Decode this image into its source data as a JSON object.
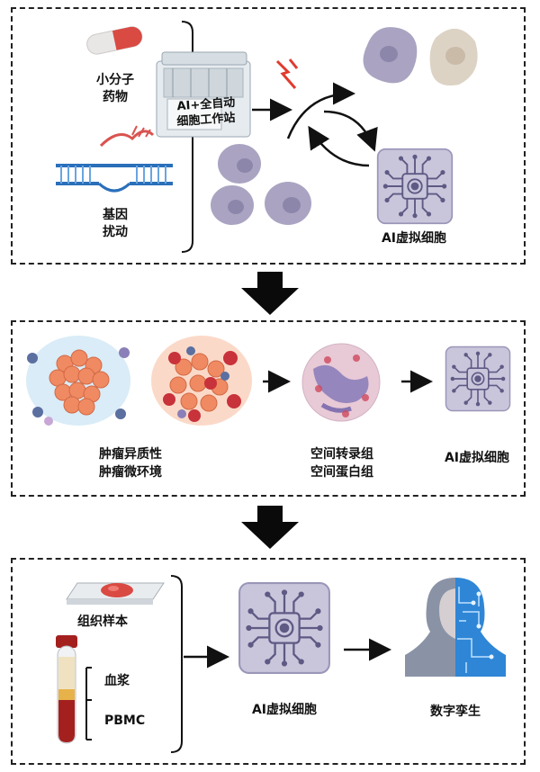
{
  "panel1": {
    "drug_label_1": "小分子",
    "drug_label_2": "药物",
    "gene_label_1": "基因",
    "gene_label_2": "扰动",
    "workstation_line_1": "AI+全自动",
    "workstation_line_2": "细胞工作站",
    "virtual_cell_label": "AI虚拟细胞"
  },
  "panel2": {
    "tumor_label_1": "肿瘤异质性",
    "tumor_label_2": "肿瘤微环境",
    "spatial_label_1": "空间转录组",
    "spatial_label_2": "空间蛋白组",
    "virtual_cell_label": "AI虚拟细胞"
  },
  "panel3": {
    "tissue_label": "组织样本",
    "plasma_label": "血浆",
    "pbmc_label": "PBMC",
    "virtual_cell_label": "AI虚拟细胞",
    "twin_label": "数字孪生"
  },
  "colors": {
    "chip_bg": "#c9c6dc",
    "chip_line": "#6a6790",
    "cell_purple": "#aaa4c2",
    "tumor_orange": "#f08a62",
    "tumor_red": "#c8323a",
    "blood_red": "#a3201f",
    "plasma_yellow": "#e8b24a",
    "circuit_blue": "#1e78c8"
  },
  "icons": [
    "pill-icon",
    "dna-icon",
    "workstation-icon",
    "lightning-icon",
    "cell-icon",
    "ai-chip-icon",
    "tumor-cluster-icon",
    "spatial-map-icon",
    "tissue-slide-icon",
    "blood-tube-icon",
    "digital-twin-icon",
    "down-arrow-icon",
    "right-arrow-icon"
  ]
}
